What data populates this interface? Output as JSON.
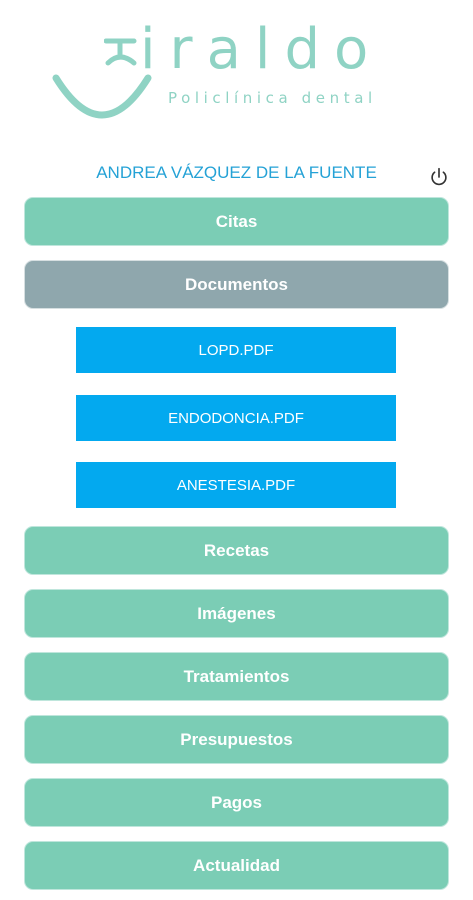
{
  "brand": {
    "name": "iraldo",
    "tagline": "Policlínica dental",
    "color": "#8fd3c4"
  },
  "user": {
    "name": "ANDREA VÁZQUEZ DE LA FUENTE"
  },
  "menu": {
    "citas": "Citas",
    "documentos": "Documentos",
    "recetas": "Recetas",
    "imagenes": "Imágenes",
    "tratamientos": "Tratamientos",
    "presupuestos": "Presupuestos",
    "pagos": "Pagos",
    "actualidad": "Actualidad"
  },
  "documents": [
    {
      "label": "LOPD.PDF"
    },
    {
      "label": "ENDODONCIA.PDF"
    },
    {
      "label": "ANESTESIA.PDF"
    }
  ],
  "colors": {
    "menu_green": "#7bcdb5",
    "menu_active_gray": "#8fa7ad",
    "document_blue": "#03a9ef",
    "user_name_blue": "#25a2d6"
  },
  "icons": {
    "logout": "power-icon",
    "logo": "smile-logo-icon"
  }
}
